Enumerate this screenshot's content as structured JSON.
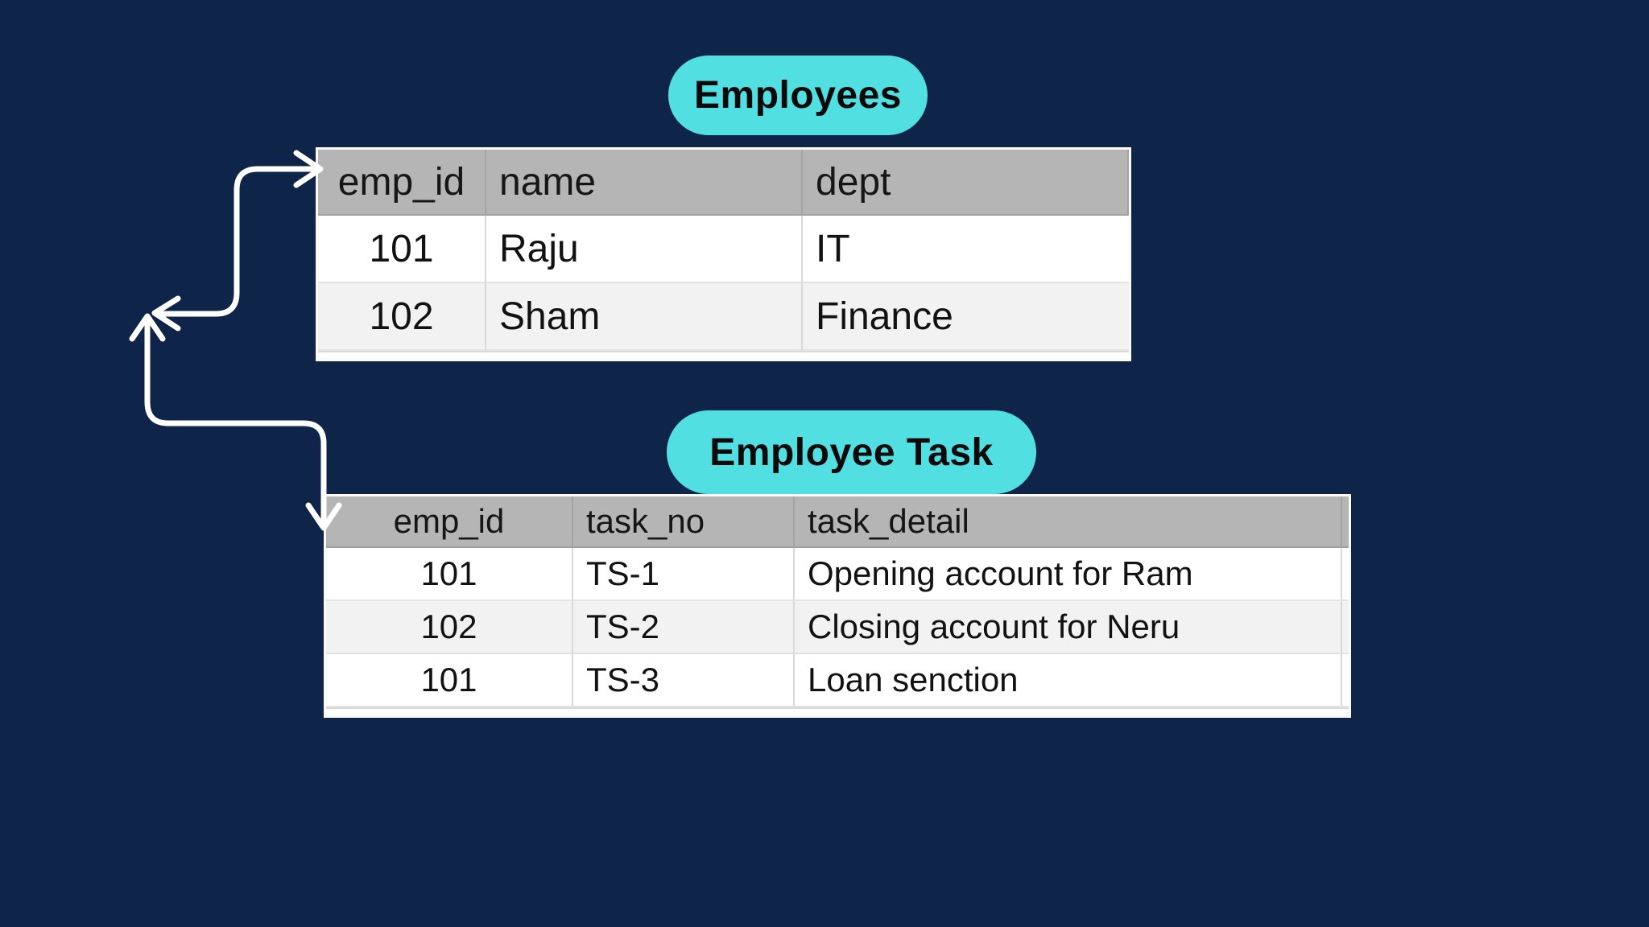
{
  "diagram": {
    "description_colors": {
      "background": "#0e2449",
      "pill": "#52dfe2",
      "pill_text": "#0a0a0a",
      "table_header_bg": "#b5b5b5",
      "row_alt_bg": "#f2f2f2",
      "grid_line": "#d9d9d9",
      "table_border": "#fafafa",
      "arrow": "#ffffff"
    }
  },
  "employees": {
    "title": "Employees",
    "columns": [
      "emp_id",
      "name",
      "dept"
    ],
    "rows": [
      {
        "emp_id": "101",
        "name": "Raju",
        "dept": "IT"
      },
      {
        "emp_id": "102",
        "name": "Sham",
        "dept": "Finance"
      }
    ]
  },
  "employee_task": {
    "title": "Employee Task",
    "columns": [
      "emp_id",
      "task_no",
      "task_detail"
    ],
    "rows": [
      {
        "emp_id": "101",
        "task_no": "TS-1",
        "task_detail": "Opening account for Ram"
      },
      {
        "emp_id": "102",
        "task_no": "TS-2",
        "task_detail": "Closing account for Neru"
      },
      {
        "emp_id": "101",
        "task_no": "TS-3",
        "task_detail": "Loan senction"
      }
    ]
  }
}
